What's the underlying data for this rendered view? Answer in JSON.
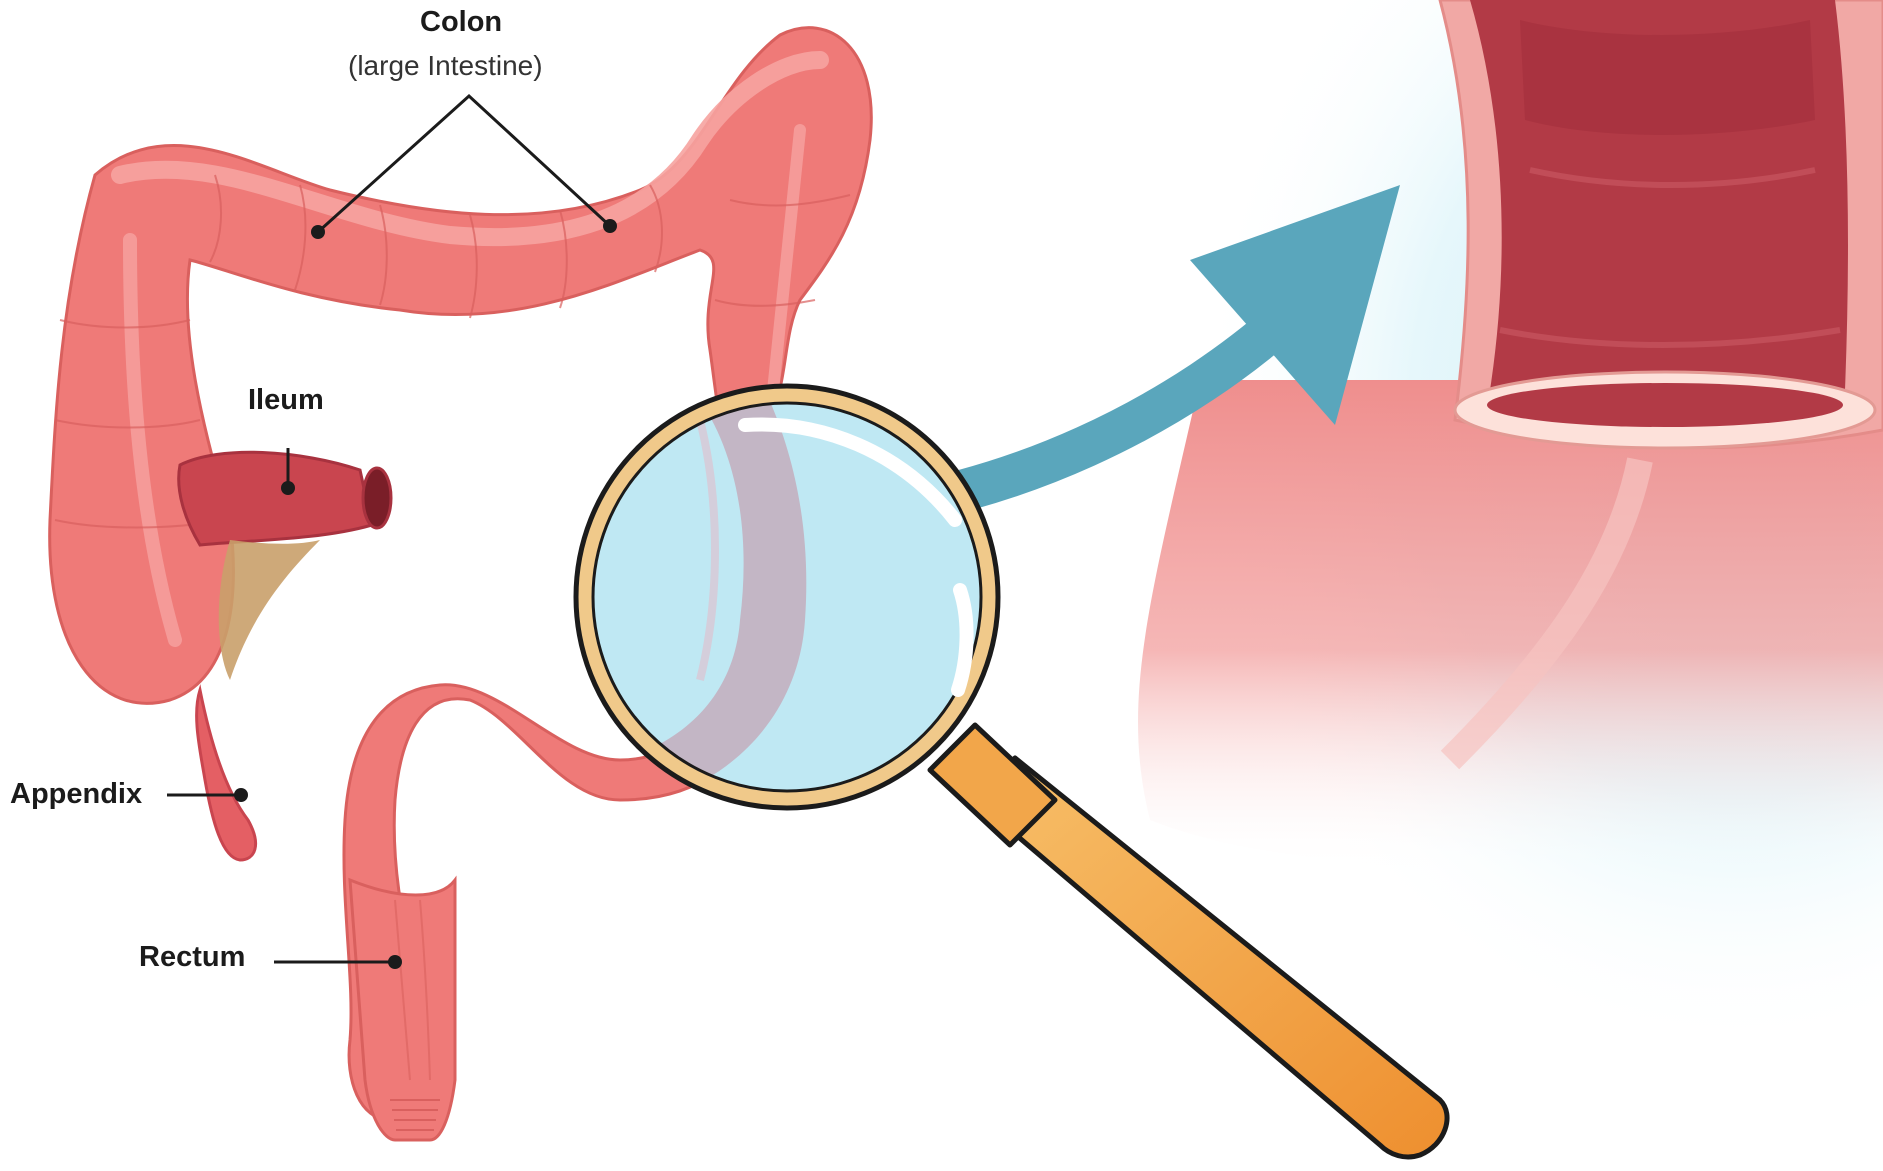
{
  "labels": {
    "colon": "Colon",
    "colon_sub": "(large Intestine)",
    "ileum": "Ileum",
    "appendix": "Appendix",
    "rectum": "Rectum"
  },
  "colors": {
    "colon_fill": "#ef7a78",
    "colon_highlight": "#f6a3a0",
    "colon_outline": "#d9605e",
    "ileum_fill": "#c9454f",
    "mesentery": "#c9a06a",
    "lumen_dark": "#a8323f",
    "lens_tint": "#b8e6f2",
    "lens_rim": "#f0c98a",
    "arrow": "#5aa6bc",
    "handle": "#f2a64a",
    "background_glow": "#d6f1f8"
  },
  "icons": {
    "magnifier": "magnifying-glass-icon",
    "arrow": "curved-arrow-icon"
  }
}
